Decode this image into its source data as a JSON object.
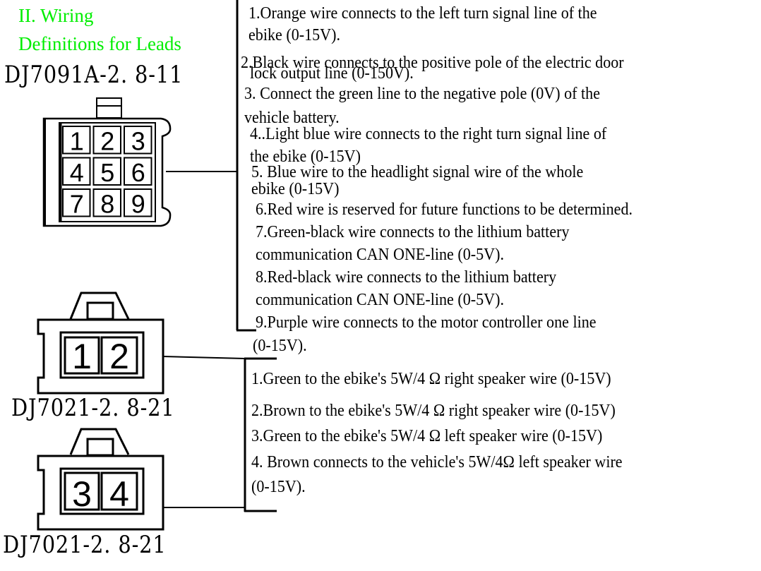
{
  "section": {
    "title_line1": "II. Wiring",
    "title_line2": "Definitions for Leads",
    "title_color": "#00ee00"
  },
  "connectors": [
    {
      "model": "DJ7091A-2. 8-11",
      "pins": [
        "1",
        "2",
        "3",
        "4",
        "5",
        "6",
        "7",
        "8",
        "9"
      ]
    },
    {
      "model": "DJ7021-2. 8-21",
      "pins": [
        "1",
        "2"
      ]
    },
    {
      "model": "DJ7021-2. 8-21",
      "pins": [
        "3",
        "4"
      ]
    }
  ],
  "main_connector_wires": [
    "1.Orange wire connects to the left turn signal line of the",
    "ebike (0-15V).",
    "2.Black wire connects to the positive pole of the electric door",
    "lock output line (0-150V).",
    "3. Connect the green line to the negative pole (0V) of the",
    "vehicle battery.",
    "4..Light blue wire connects to the right turn signal line of",
    "the ebike (0-15V)",
    "5. Blue wire to the headlight signal wire of the whole",
    "ebike (0-15V)",
    "6.Red wire is reserved for future functions to be determined.",
    "7.Green-black wire connects to the lithium battery",
    "communication CAN ONE-line (0-5V).",
    "8.Red-black wire connects to the lithium battery",
    "communication CAN ONE-line (0-5V).",
    "9.Purple wire connects to the motor controller one line",
    "(0-15V)."
  ],
  "speaker_wires": [
    "1.Green to the ebike's 5W/4 Ω right speaker wire (0-15V)",
    "2.Brown to the ebike's 5W/4 Ω right speaker wire (0-15V)",
    "3.Green to the ebike's 5W/4 Ω left speaker wire (0-15V)",
    "4. Brown connects to the vehicle's 5W/4Ω left speaker wire",
    "(0-15V)."
  ]
}
